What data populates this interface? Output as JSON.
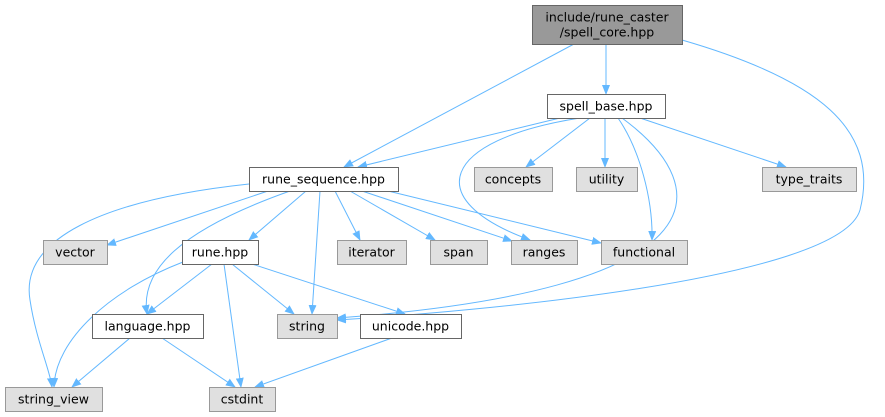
{
  "colors": {
    "edge": "#63b8ff",
    "root_fill": "#999999",
    "root_border": "#666666",
    "project_fill": "#ffffff",
    "project_border": "#666666",
    "system_fill": "#e0e0e0",
    "system_border": "#999999"
  },
  "nodes": {
    "spell_core": {
      "lines": [
        "include/rune_caster",
        "/spell_core.hpp"
      ],
      "kind": "root"
    },
    "spell_base": {
      "lines": [
        "spell_base.hpp"
      ],
      "kind": "project"
    },
    "rune_sequence": {
      "lines": [
        "rune_sequence.hpp"
      ],
      "kind": "project"
    },
    "concepts": {
      "lines": [
        "concepts"
      ],
      "kind": "system"
    },
    "utility": {
      "lines": [
        "utility"
      ],
      "kind": "system"
    },
    "type_traits": {
      "lines": [
        "type_traits"
      ],
      "kind": "system"
    },
    "vector": {
      "lines": [
        "vector"
      ],
      "kind": "system"
    },
    "rune": {
      "lines": [
        "rune.hpp"
      ],
      "kind": "project"
    },
    "iterator": {
      "lines": [
        "iterator"
      ],
      "kind": "system"
    },
    "span": {
      "lines": [
        "span"
      ],
      "kind": "system"
    },
    "ranges": {
      "lines": [
        "ranges"
      ],
      "kind": "system"
    },
    "functional": {
      "lines": [
        "functional"
      ],
      "kind": "system"
    },
    "language": {
      "lines": [
        "language.hpp"
      ],
      "kind": "project"
    },
    "string": {
      "lines": [
        "string"
      ],
      "kind": "system"
    },
    "unicode": {
      "lines": [
        "unicode.hpp"
      ],
      "kind": "project"
    },
    "string_view": {
      "lines": [
        "string_view"
      ],
      "kind": "system"
    },
    "cstdint": {
      "lines": [
        "cstdint"
      ],
      "kind": "system"
    }
  },
  "edges": [
    {
      "from": "spell_core",
      "to": "spell_base"
    },
    {
      "from": "spell_core",
      "to": "rune_sequence"
    },
    {
      "from": "spell_core",
      "to": "string"
    },
    {
      "from": "spell_base",
      "to": "rune_sequence"
    },
    {
      "from": "spell_base",
      "to": "concepts"
    },
    {
      "from": "spell_base",
      "to": "utility"
    },
    {
      "from": "spell_base",
      "to": "type_traits"
    },
    {
      "from": "spell_base",
      "to": "ranges"
    },
    {
      "from": "spell_base",
      "to": "functional"
    },
    {
      "from": "spell_base",
      "to": "string"
    },
    {
      "from": "rune_sequence",
      "to": "vector"
    },
    {
      "from": "rune_sequence",
      "to": "rune"
    },
    {
      "from": "rune_sequence",
      "to": "iterator"
    },
    {
      "from": "rune_sequence",
      "to": "span"
    },
    {
      "from": "rune_sequence",
      "to": "ranges"
    },
    {
      "from": "rune_sequence",
      "to": "functional"
    },
    {
      "from": "rune_sequence",
      "to": "language"
    },
    {
      "from": "rune_sequence",
      "to": "string"
    },
    {
      "from": "rune_sequence",
      "to": "string_view"
    },
    {
      "from": "rune",
      "to": "language"
    },
    {
      "from": "rune",
      "to": "string"
    },
    {
      "from": "rune",
      "to": "unicode"
    },
    {
      "from": "rune",
      "to": "string_view"
    },
    {
      "from": "rune",
      "to": "cstdint"
    },
    {
      "from": "language",
      "to": "string_view"
    },
    {
      "from": "language",
      "to": "cstdint"
    },
    {
      "from": "unicode",
      "to": "cstdint"
    }
  ]
}
